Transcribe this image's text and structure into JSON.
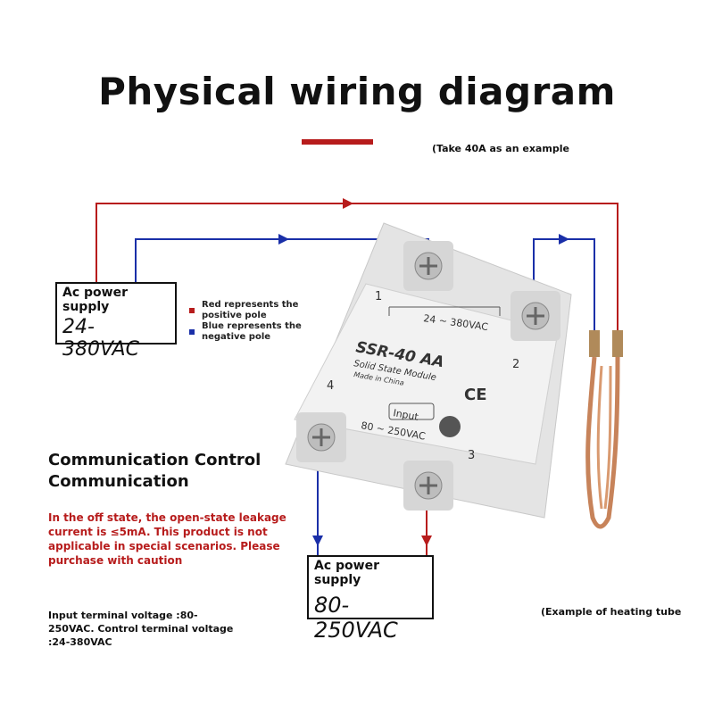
{
  "title": "Physical wiring diagram",
  "example_note": "(Take 40A as an example",
  "left_supply": {
    "label": "Ac power supply",
    "voltage": "24-380VAC"
  },
  "legend": [
    {
      "text": "Red represents the positive pole",
      "color": "#b71c1c"
    },
    {
      "text": "Blue represents the negative pole",
      "color": "#1a2fa8"
    }
  ],
  "module": {
    "model": "SSR-40 AA",
    "subtitle": "Solid State Module",
    "origin": "Made in China",
    "control_range": "24 ~ 380VAC",
    "input_label": "Input",
    "input_range": "80 ~ 250VAC",
    "mark": "CE",
    "terminals": [
      "1",
      "2",
      "3",
      "4"
    ]
  },
  "comm_title": [
    "Communication Control",
    "Communication"
  ],
  "warning": "In the off state, the open-state leakage current is ≤5mA. This product is not applicable in special scenarios. Please purchase with caution",
  "bottom_supply": {
    "label": "Ac power supply",
    "voltage": "80-250VAC"
  },
  "input_note": "Input terminal voltage :80-250VAC. Control terminal voltage :24-380VAC",
  "tube_note": "(Example of heating tube",
  "colors": {
    "positive": "#b71c1c",
    "negative": "#1a2fa8"
  }
}
